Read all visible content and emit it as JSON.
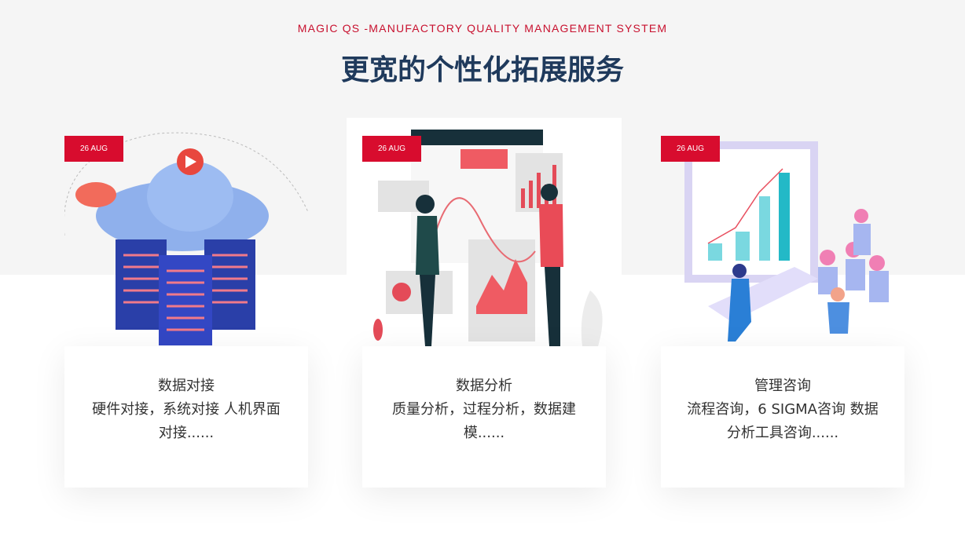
{
  "header": {
    "subtitle": "MAGIC QS -MANUFACTORY QUALITY MANAGEMENT SYSTEM",
    "title": "更宽的个性化拓展服务"
  },
  "cards": [
    {
      "date": "26 AUG",
      "title": "数据对接",
      "desc": "硬件对接，系统对接 人机界面对接......"
    },
    {
      "date": "26 AUG",
      "title": "数据分析",
      "desc": "质量分析，过程分析，数据建模......"
    },
    {
      "date": "26 AUG",
      "title": "管理咨询",
      "desc": "流程咨询，6 SIGMA咨询 数据分析工具咨询......"
    }
  ],
  "colors": {
    "accent": "#d80c2e",
    "title": "#1f3a5c"
  }
}
